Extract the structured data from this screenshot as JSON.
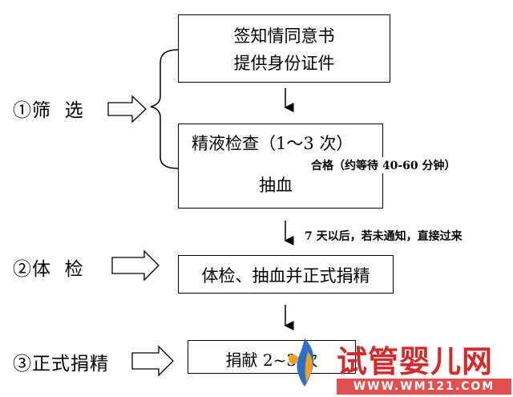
{
  "stages": [
    {
      "label": "①筛  选"
    },
    {
      "label": "②体  检"
    },
    {
      "label": "③正式捐精"
    }
  ],
  "boxes": {
    "consent": {
      "line1": "签知情同意书",
      "line2": "提供身份证件"
    },
    "semen_test": {
      "title": "精液检查（1～3 次）",
      "sub": "抽血"
    },
    "physical": {
      "text": "体检、抽血并正式捐精"
    },
    "donate": {
      "text": "捐献 2~3 次"
    }
  },
  "notes": {
    "qualified": "合格（约等待 40-60 分钟）",
    "seven_days": "7 天以后，若未通知，直接过来"
  },
  "watermark": {
    "brand": "试管婴儿网",
    "url": "WWW.WM121.COM",
    "brand_color": "#d42a2a",
    "url_bg": "#e05050",
    "logo_blue": "#2a6fc9",
    "logo_orange": "#f0a020"
  }
}
